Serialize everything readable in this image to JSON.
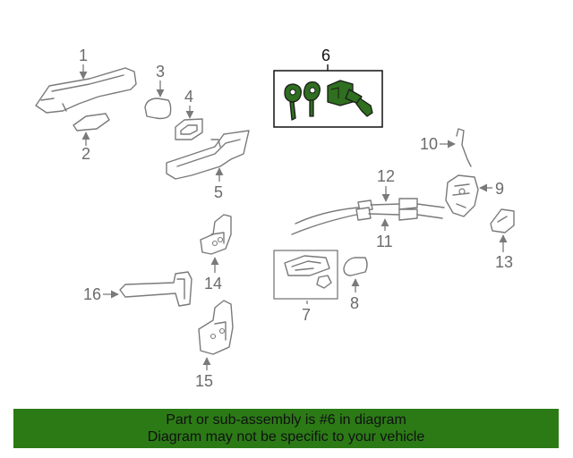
{
  "callouts": {
    "c1": "1",
    "c2": "2",
    "c3": "3",
    "c4": "4",
    "c5": "5",
    "c6": "6",
    "c7": "7",
    "c8": "8",
    "c9": "9",
    "c10": "10",
    "c11": "11",
    "c12": "12",
    "c13": "13",
    "c14": "14",
    "c15": "15",
    "c16": "16"
  },
  "highlight_color": "#2b7a16",
  "banner": {
    "line1": "Part or sub-assembly is #6 in diagram",
    "line2": "Diagram may not be specific to your vehicle"
  }
}
